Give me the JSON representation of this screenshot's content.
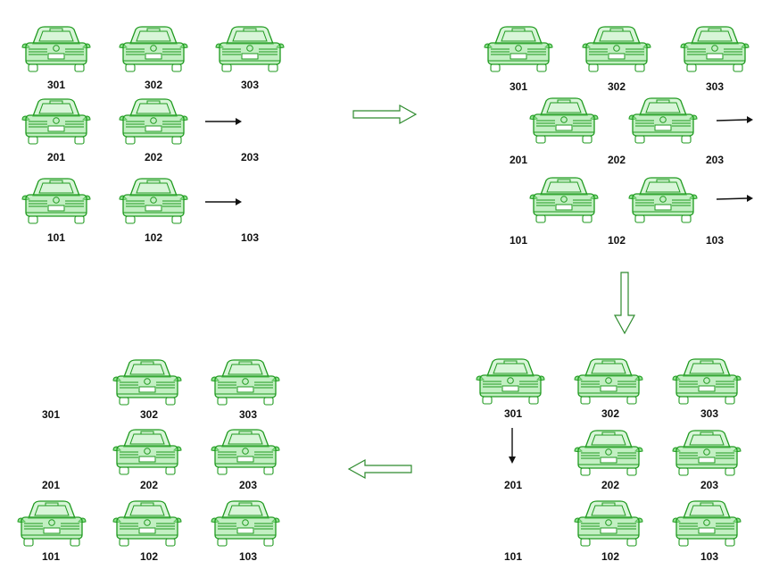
{
  "colors": {
    "car_stroke": "#1f9a1f",
    "car_fill": "#8fe28f",
    "arrow": "#2e8b2e",
    "text": "#111111"
  },
  "icons": {
    "car": "car-rear-icon",
    "move": "move-arrow-icon",
    "flow": "flow-arrow-icon"
  },
  "panels": [
    {
      "id": "top-left",
      "slots": [
        {
          "label": "301",
          "car": true
        },
        {
          "label": "302",
          "car": true
        },
        {
          "label": "303",
          "car": true
        },
        {
          "label": "201",
          "car": true
        },
        {
          "label": "202",
          "car": true
        },
        {
          "label": "203",
          "car": false
        },
        {
          "label": "101",
          "car": true
        },
        {
          "label": "102",
          "car": true
        },
        {
          "label": "103",
          "car": false
        }
      ]
    },
    {
      "id": "top-right",
      "slots": [
        {
          "label": "301",
          "car": true
        },
        {
          "label": "302",
          "car": true
        },
        {
          "label": "303",
          "car": true
        },
        {
          "label": "201",
          "car": false
        },
        {
          "label": "202",
          "car": true
        },
        {
          "label": "203",
          "car": true
        },
        {
          "label": "101",
          "car": false
        },
        {
          "label": "102",
          "car": true
        },
        {
          "label": "103",
          "car": true
        }
      ]
    },
    {
      "id": "bottom-right",
      "slots": [
        {
          "label": "301",
          "car": true
        },
        {
          "label": "302",
          "car": true
        },
        {
          "label": "303",
          "car": true
        },
        {
          "label": "201",
          "car": false
        },
        {
          "label": "202",
          "car": true
        },
        {
          "label": "203",
          "car": true
        },
        {
          "label": "101",
          "car": false
        },
        {
          "label": "102",
          "car": true
        },
        {
          "label": "103",
          "car": true
        }
      ]
    },
    {
      "id": "bottom-left",
      "slots": [
        {
          "label": "301",
          "car": false
        },
        {
          "label": "302",
          "car": true
        },
        {
          "label": "303",
          "car": true
        },
        {
          "label": "201",
          "car": false
        },
        {
          "label": "202",
          "car": true
        },
        {
          "label": "203",
          "car": true
        },
        {
          "label": "101",
          "car": true
        },
        {
          "label": "102",
          "car": true
        },
        {
          "label": "103",
          "car": true
        }
      ]
    }
  ]
}
